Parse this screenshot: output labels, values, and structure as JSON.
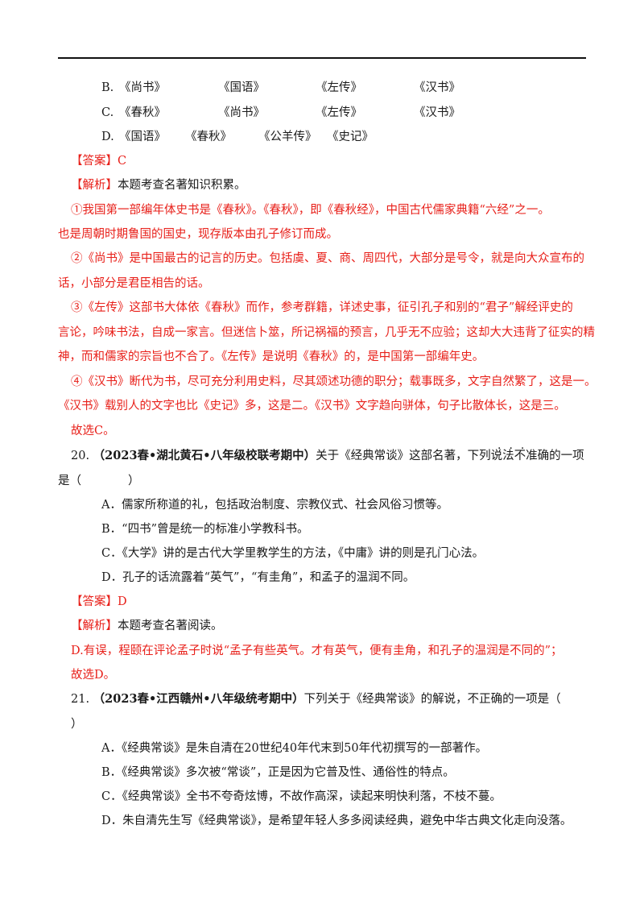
{
  "prev_question": {
    "option_B": {
      "letter": "B.",
      "items": [
        "《尚书》",
        "《国语》",
        "《左传》",
        "《汉书》"
      ]
    },
    "option_C": {
      "letter": "C.",
      "items": [
        "《春秋》",
        "《尚书》",
        "《左传》",
        "《汉书》"
      ]
    },
    "option_D": {
      "letter": "D.",
      "items": [
        "《国语》",
        "《春秋》",
        "《公羊传》",
        "《史记》"
      ]
    },
    "answer_tag": "【答案】",
    "answer": "C",
    "analysis_tag": "【解析】",
    "analysis_intro": "本题考查名著知识积累。",
    "analysis_lines": [
      "①我国第一部编年体史书是《春秋》。《春秋》，即《春秋经》，中国古代儒家典籍“六经”之一。",
      "也是周朝时期鲁国的国史，现存版本由孔子修订而成。",
      "②《尚书》是中国最古的记言的历史。包括虞、夏、商、周四代，大部分是号令，就是向大众宣布的",
      "话，小部分是君臣相告的话。",
      "③《左传》这部书大体依《春秋》而作，参考群籍，详述史事，征引孔子和别的“君子”解经评史的",
      "言论，吟味书法，自成一家言。但迷信卜筮，所记祸福的预言，几乎无不应验；这却大大违背了征实的精",
      "神，而和儒家的宗旨也不合了。《左传》是说明《春秋》的，是中国第一部编年史。",
      "④《汉书》断代为书，尽可充分利用史料，尽其颂述功德的职分；载事既多，文字自然繁了，这是一。",
      "《汉书》载别人的文字也比《史记》多，这是二。《汉书》文字趋向骈体，句子比散体长，这是三。"
    ],
    "conclusion": "故选C。"
  },
  "q20": {
    "number": "20.",
    "source": "（2023春•湖北黄石•八年级校联考期中）",
    "stem_part1": "关于《经典常谈》这部名著，下列说法",
    "stem_emph": "不准确",
    "stem_part2": "的一项",
    "stem_line2": "是（　　　　）",
    "options": [
      "A．儒家所称道的礼，包括政治制度、宗教仪式、社会风俗习惯等。",
      "B．“四书”曾是统一的标准小学教科书。",
      "C．《大学》讲的是古代大学里教学生的方法，《中庸》讲的则是孔门心法。",
      "D．孔子的话流露着“英气”，“有圭角”，和孟子的温润不同。"
    ],
    "answer_tag": "【答案】",
    "answer": "D",
    "analysis_tag": "【解析】",
    "analysis_intro": "本题考查名著阅读。",
    "analysis_line": "D.有误，程颐在评论孟子时说“孟子有些英气。才有英气，便有圭角，和孔子的温润是不同的”；",
    "conclusion": "故选D。"
  },
  "q21": {
    "number": "21.",
    "source": "（2023春•江西赣州•八年级统考期中）",
    "stem": "下列关于《经典常谈》的解说，不正确的一项是（",
    "stem_line2": "）",
    "options": [
      "A．《经典常谈》是朱自清在20世纪40年代末到50年代初撰写的一部著作。",
      "B．《经典常谈》多次被“常谈”，正是因为它普及性、通俗性的特点。",
      "C．《经典常谈》全书不夸奇炫博，不故作高深，读起来明快利落，不枝不蔓。",
      "D．朱自清先生写《经典常谈》，是希望年轻人多多阅读经典，避免中华古典文化走向没落。"
    ]
  }
}
